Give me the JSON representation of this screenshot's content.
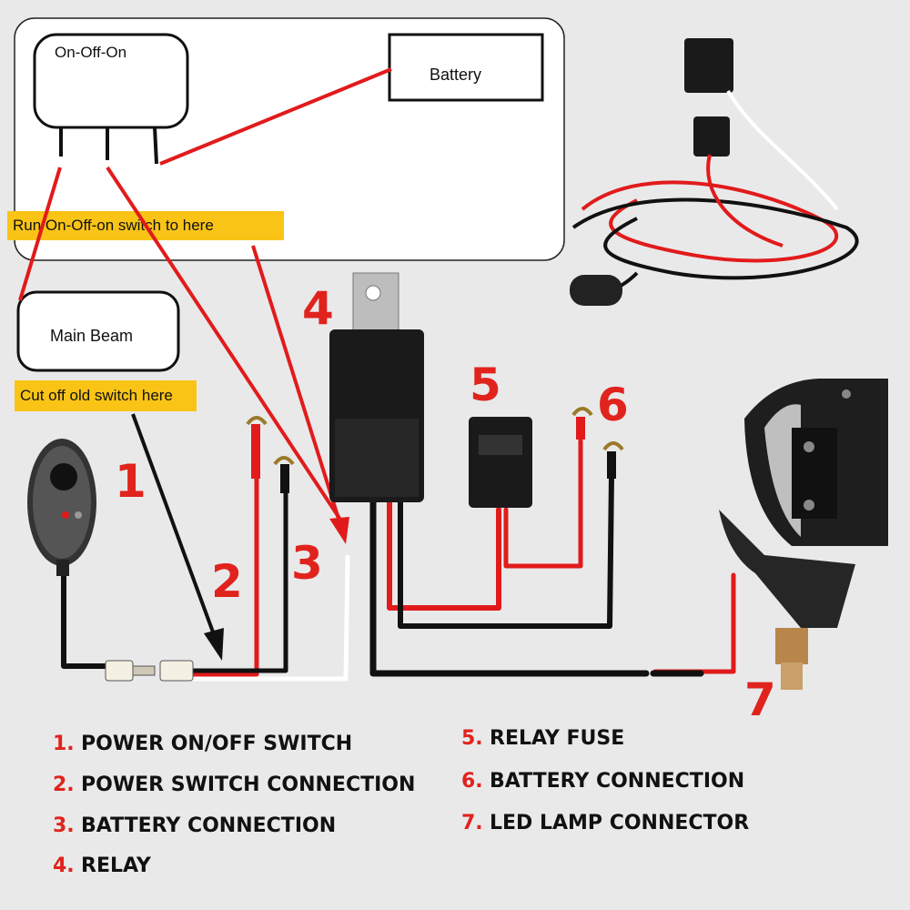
{
  "boxes": {
    "switch_label": "On-Off-On",
    "battery_label": "Battery",
    "main_beam_label": "Main Beam"
  },
  "notes": {
    "run_switch": "Run On-Off-on switch to here",
    "cut_switch": "Cut off old switch here"
  },
  "callouts": [
    "1",
    "2",
    "3",
    "4",
    "5",
    "6",
    "7"
  ],
  "legend": [
    {
      "num": "1.",
      "text": "POWER ON/OFF SWITCH"
    },
    {
      "num": "2.",
      "text": "POWER SWITCH CONNECTION"
    },
    {
      "num": "3.",
      "text": "BATTERY CONNECTION"
    },
    {
      "num": "4.",
      "text": "RELAY"
    },
    {
      "num": "5.",
      "text": "RELAY FUSE"
    },
    {
      "num": "6.",
      "text": "BATTERY CONNECTION"
    },
    {
      "num": "7.",
      "text": "LED LAMP CONNECTOR"
    }
  ],
  "colors": {
    "wire_red": "#e11b1b",
    "wire_black": "#111111",
    "wire_white": "#ffffff",
    "note_bg": "#f9c416",
    "callout": "#e0231c",
    "background": "#e9e9ea"
  },
  "icons": [
    "switch-icon",
    "relay-icon",
    "fuse-holder-icon",
    "ring-terminal-icon",
    "led-lamp-icon",
    "harness-photo-icon"
  ]
}
